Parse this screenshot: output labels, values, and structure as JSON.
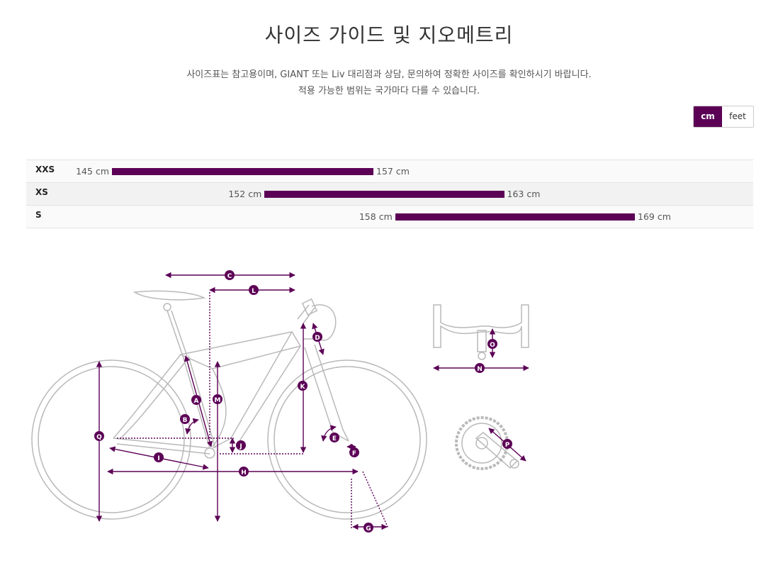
{
  "page": {
    "title": "사이즈 가이드 및 지오메트리",
    "description_line1": "사이즈표는 참고용이며, GIANT 또는 Liv 대리점과 상담, 문의하여 정확한 사이즈를 확인하시기 바랍니다.",
    "description_line2": "적용 가능한 범위는 국가마다 다를 수 있습니다."
  },
  "unit_toggle": {
    "options": [
      "cm",
      "feet"
    ],
    "selected": "cm"
  },
  "size_chart": {
    "rows": [
      {
        "size": "XXS",
        "min_label": "145 cm",
        "max_label": "157 cm",
        "min": 145,
        "max": 157
      },
      {
        "size": "XS",
        "min_label": "152 cm",
        "max_label": "163 cm",
        "min": 152,
        "max": 163
      },
      {
        "size": "S",
        "min_label": "158 cm",
        "max_label": "169 cm",
        "min": 158,
        "max": 169
      }
    ]
  },
  "geometry_labels": [
    "A",
    "B",
    "C",
    "D",
    "E",
    "F",
    "G",
    "H",
    "I",
    "J",
    "K",
    "L",
    "M",
    "N",
    "O",
    "P",
    "Q"
  ],
  "colors": {
    "accent": "#5c0056",
    "line": "#b9b9b9",
    "text": "#333333"
  }
}
